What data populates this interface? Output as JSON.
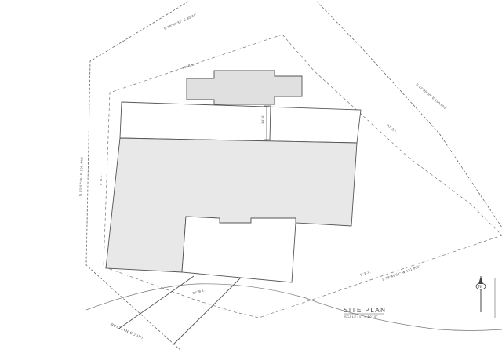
{
  "title_block": {
    "title": "SITE PLAN",
    "scale": "SCALE: 1\" = 10'-0\""
  },
  "street": {
    "name": "WESTLYN COURT"
  },
  "bearings": {
    "north_line": "N 58°45'32\" E 80.00'",
    "east_line": "S 32°00'00\" E 160.000'",
    "south_line": "S 58°45'32\" W 131.800'",
    "west_line": "N 03°07'06\" E 108.440'"
  },
  "setbacks": {
    "rear": "30' B.L.",
    "right_rear": "30' B.L.",
    "left_side": "5' B.L.",
    "right_side": "5' B.L.",
    "front": "30' B.L."
  },
  "dimensions": {
    "deck_depth": "14'-0\""
  },
  "north_arrow": {
    "label": "N"
  },
  "colors": {
    "line": "#555555",
    "house_fill": "#e8e8e8",
    "deck_fill": "#e0e0e0",
    "background": "#ffffff"
  }
}
